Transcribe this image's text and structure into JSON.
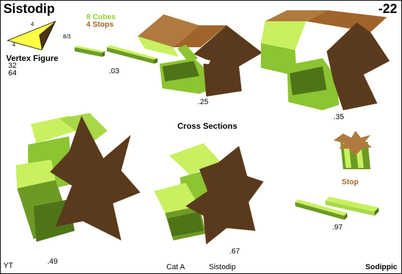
{
  "title": "Sistodip",
  "page_number": "-22",
  "legend": {
    "cubes": "8 Cubes",
    "stops": "4 Stops",
    "cubes_color": "#8fd12f",
    "stops_color": "#a0642a"
  },
  "vertex_figure": {
    "label": "Vertex Figure",
    "edge_top": "4",
    "edge_left": "4",
    "edge_right": "8/3",
    "count_a": "32",
    "count_b": "64"
  },
  "sections_heading": "Cross Sections",
  "captions": [
    ".03",
    ".25",
    ".35",
    ".49",
    ".67",
    ".97"
  ],
  "stop_label": "Stop",
  "footer": {
    "left": "YT",
    "category": "Cat A",
    "name": "Sistodip",
    "right": "Sodippic"
  },
  "colors": {
    "green_light": "#c8f060",
    "green_mid": "#8cc432",
    "green_dark": "#4f7418",
    "brown": "#5a3a1c",
    "tan": "#b07a3e"
  }
}
